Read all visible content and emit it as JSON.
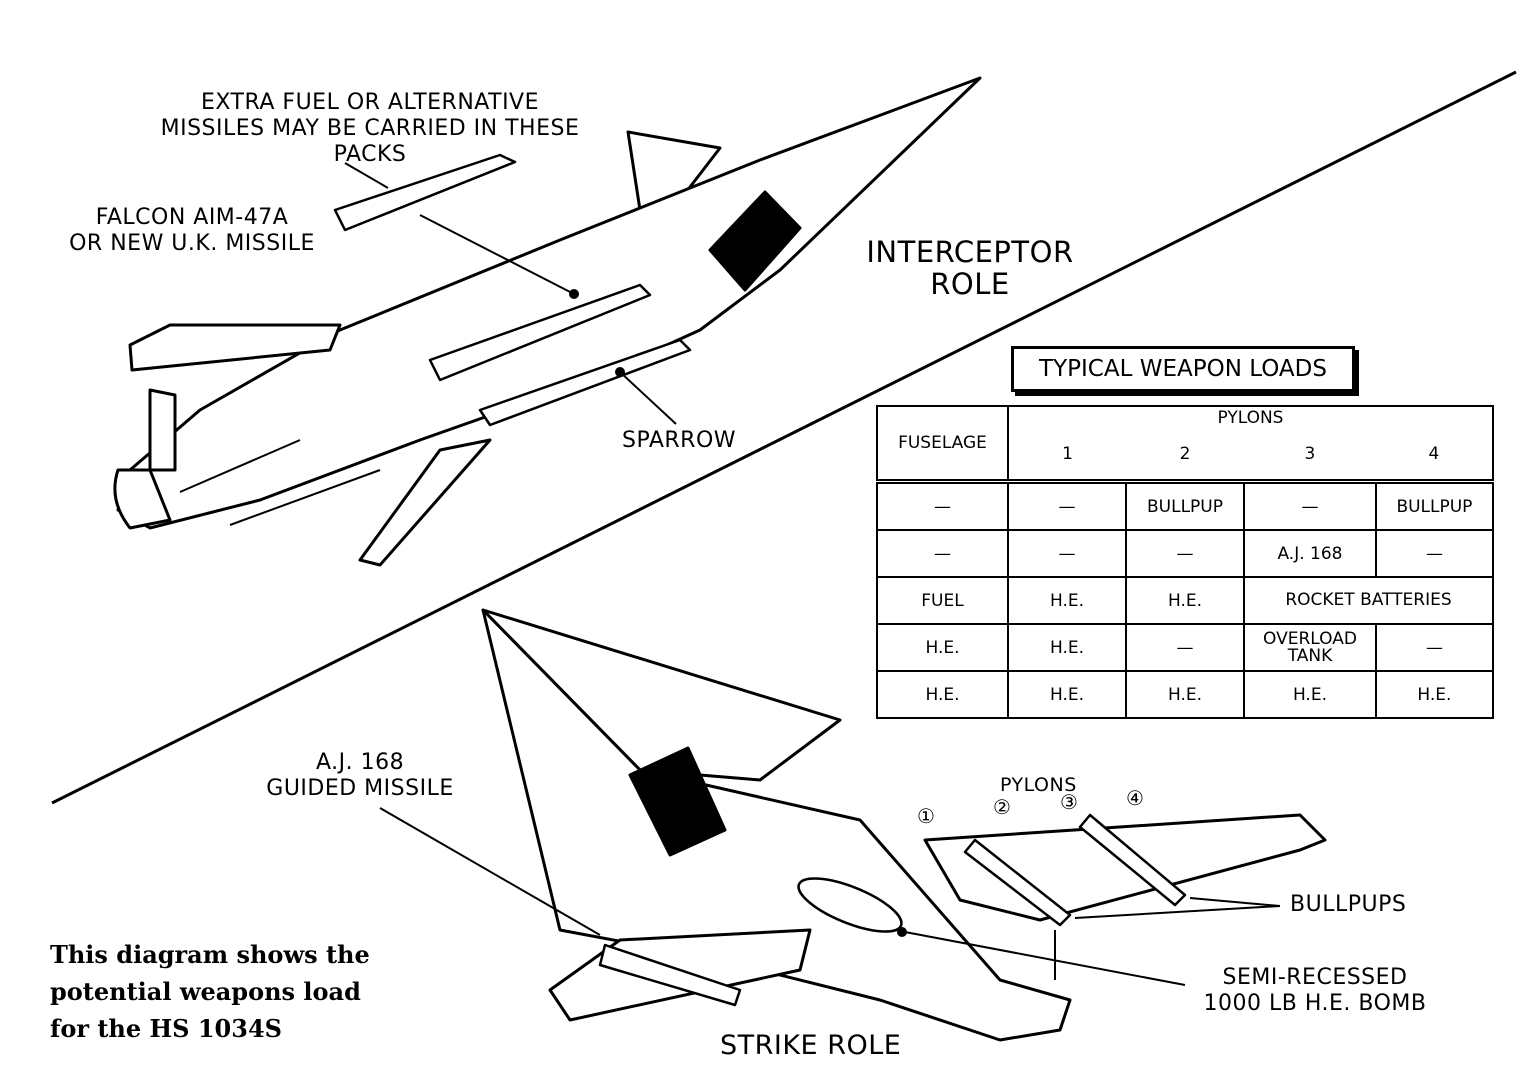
{
  "labels": {
    "extra_fuel": [
      "EXTRA FUEL OR ALTERNATIVE",
      "MISSILES MAY BE CARRIED IN THESE",
      "PACKS"
    ],
    "falcon": [
      "FALCON AIM-47A",
      "OR NEW U.K. MISSILE"
    ],
    "interceptor_role": [
      "INTERCEPTOR",
      "ROLE"
    ],
    "sparrow": "SPARROW",
    "aj168": [
      "A.J. 168",
      "GUIDED MISSILE"
    ],
    "pylons": "PYLONS",
    "pylon_numbers": [
      "①",
      "②",
      "③",
      "④"
    ],
    "bullpups": "BULLPUPS",
    "bomb": [
      "SEMI-RECESSED",
      "1000 LB H.E. BOMB"
    ],
    "strike_role": "STRIKE ROLE"
  },
  "caption": [
    "This diagram shows the",
    "potential weapons load",
    "for the HS 1034S"
  ],
  "table": {
    "title": "TYPICAL WEAPON LOADS",
    "header": {
      "fuselage": "FUSELAGE",
      "pylons": "PYLONS",
      "pylon_cols": [
        "1",
        "2",
        "3",
        "4"
      ]
    },
    "rows": [
      [
        "—",
        "—",
        "BULLPUP",
        "—",
        "BULLPUP"
      ],
      [
        "—",
        "—",
        "—",
        "A.J. 168",
        "—"
      ],
      [
        "FUEL",
        "H.E.",
        "H.E.",
        "ROCKET BATTERIES",
        ""
      ],
      [
        "H.E.",
        "H.E.",
        "—",
        "OVERLOAD TANK",
        "—"
      ],
      [
        "H.E.",
        "H.E.",
        "H.E.",
        "H.E.",
        "H.E."
      ]
    ]
  }
}
